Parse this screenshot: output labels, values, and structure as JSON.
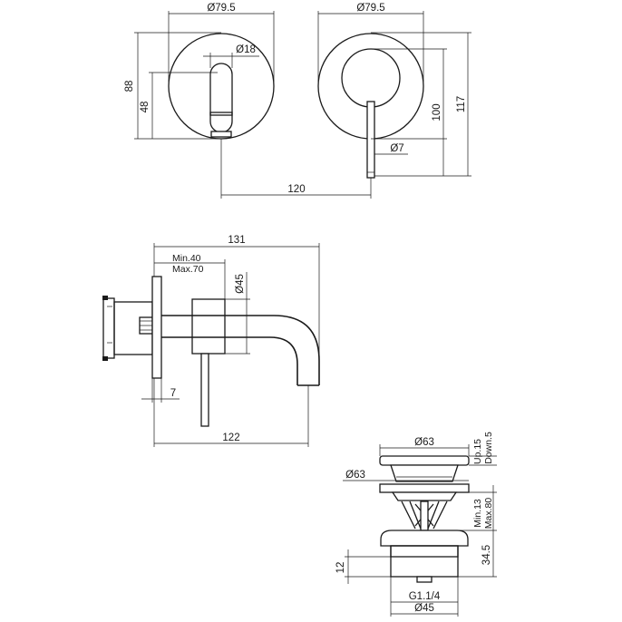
{
  "front_view": {
    "dia_plate": "Ø79.5",
    "dia_handle": "Ø18",
    "height_total": "88",
    "height_center": "48"
  },
  "rear_view": {
    "dia_plate": "Ø79.5",
    "dia_lever": "Ø7",
    "height_100": "100",
    "height_117": "117"
  },
  "center_distance": "120",
  "side_view": {
    "overall_length": "131",
    "wall_min": "Min.40",
    "wall_max": "Max.70",
    "dia_spout": "Ø45",
    "plate_thickness": "7",
    "spout_reach": "122"
  },
  "drain": {
    "dia_cap": "Ø63",
    "dia_flange": "Ø63",
    "stroke_up": "Up.15",
    "stroke_down": "Down.5",
    "range_min": "Min.13",
    "range_max": "Max.80",
    "height_345": "34.5",
    "height_12": "12",
    "thread": "G1.1/4",
    "dia_bottom": "Ø45"
  }
}
